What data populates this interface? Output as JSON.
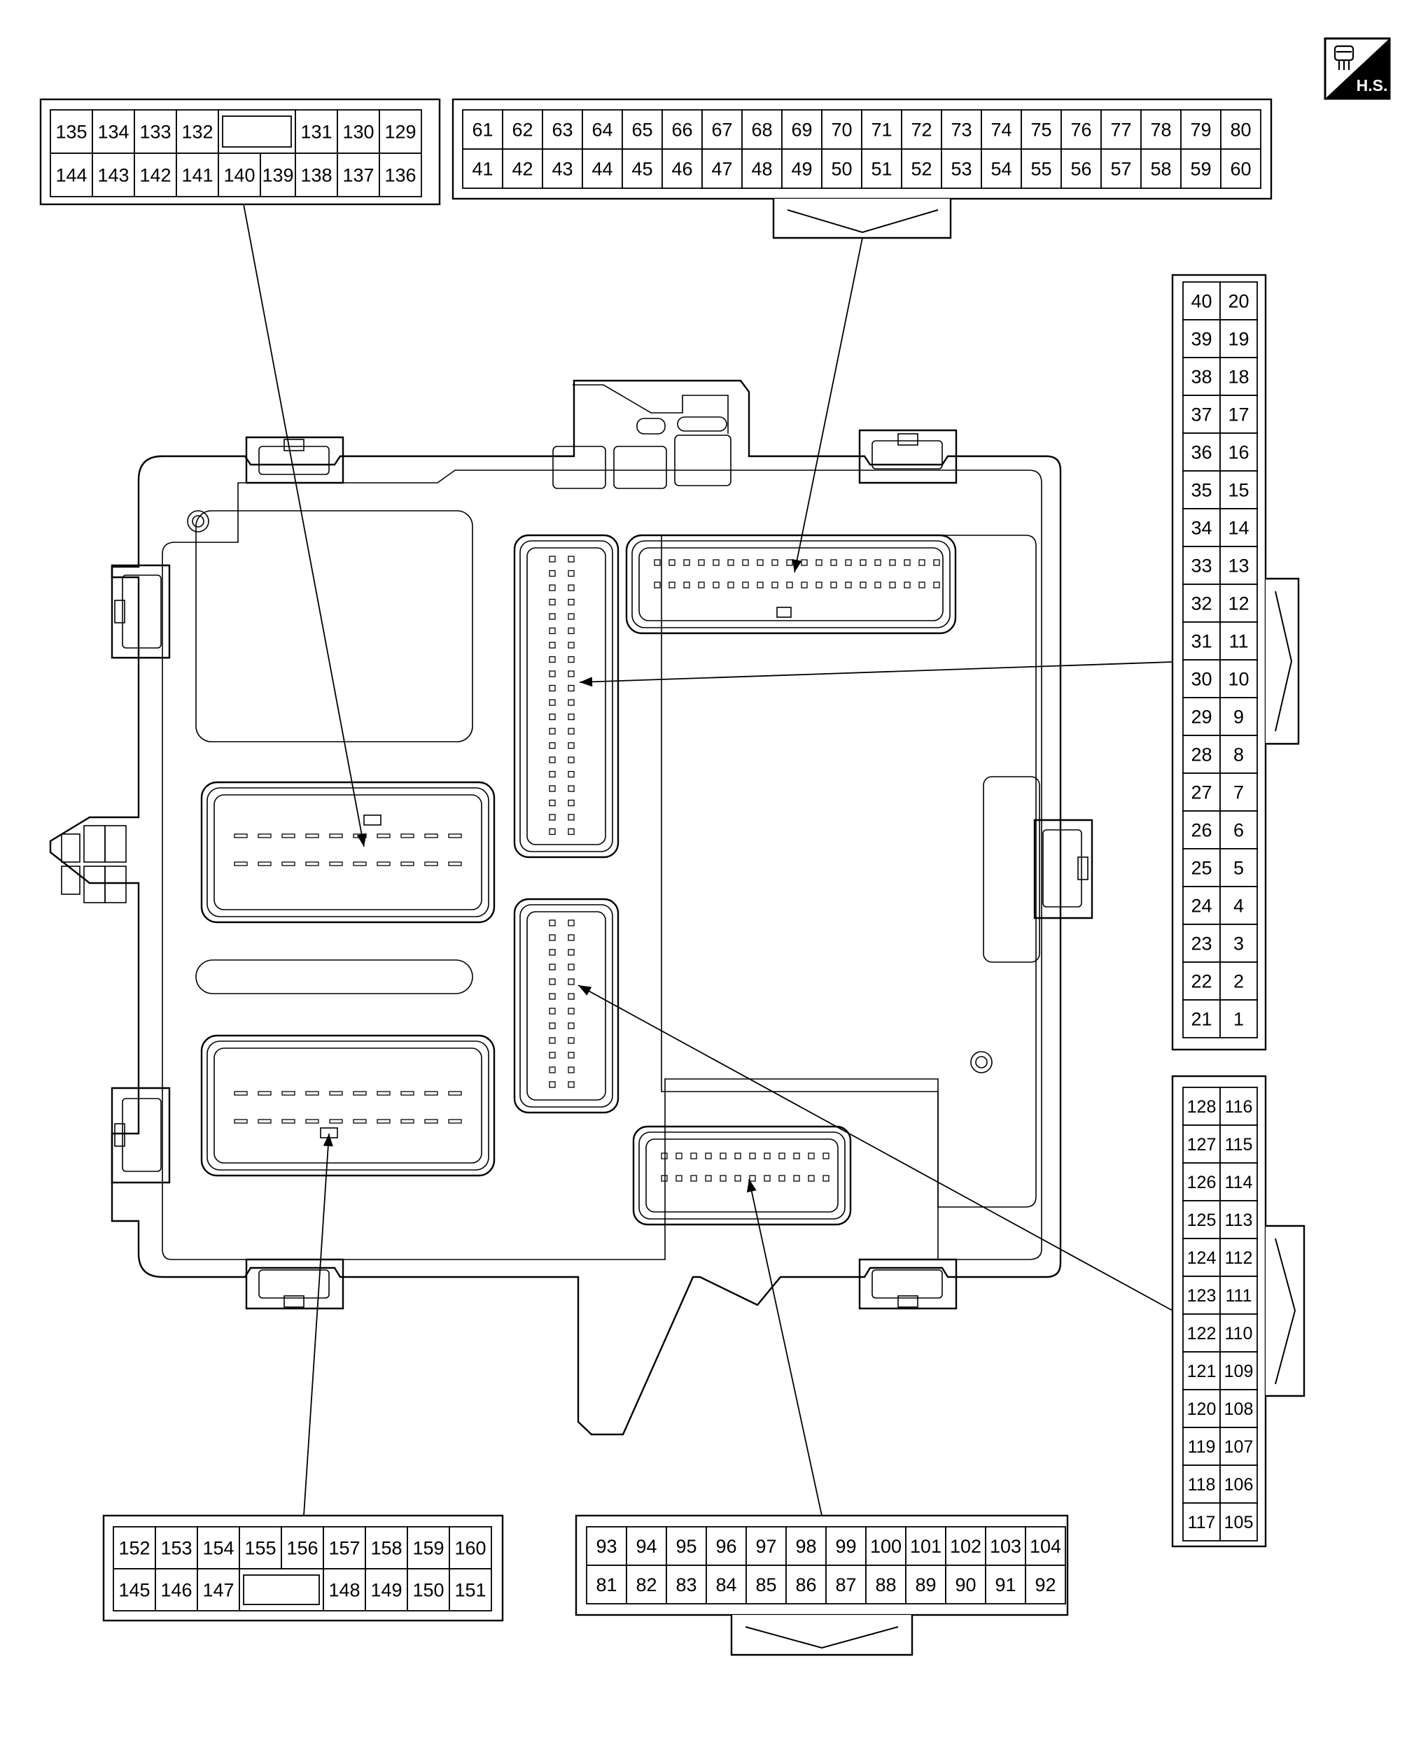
{
  "badge": {
    "label": "H.S."
  },
  "connectors": {
    "top_left": {
      "rows": [
        [
          "135",
          "134",
          "133",
          "132",
          "",
          "131",
          "130",
          "129"
        ],
        [
          "144",
          "143",
          "142",
          "141",
          "140",
          "139",
          "138",
          "137",
          "136"
        ]
      ]
    },
    "top_right": {
      "rows": [
        [
          "61",
          "62",
          "63",
          "64",
          "65",
          "66",
          "67",
          "68",
          "69",
          "70",
          "71",
          "72",
          "73",
          "74",
          "75",
          "76",
          "77",
          "78",
          "79",
          "80"
        ],
        [
          "41",
          "42",
          "43",
          "44",
          "45",
          "46",
          "47",
          "48",
          "49",
          "50",
          "51",
          "52",
          "53",
          "54",
          "55",
          "56",
          "57",
          "58",
          "59",
          "60"
        ]
      ]
    },
    "right_upper": {
      "cols": [
        [
          "40",
          "39",
          "38",
          "37",
          "36",
          "35",
          "34",
          "33",
          "32",
          "31",
          "30",
          "29",
          "28",
          "27",
          "26",
          "25",
          "24",
          "23",
          "22",
          "21"
        ],
        [
          "20",
          "19",
          "18",
          "17",
          "16",
          "15",
          "14",
          "13",
          "12",
          "11",
          "10",
          "9",
          "8",
          "7",
          "6",
          "5",
          "4",
          "3",
          "2",
          "1"
        ]
      ]
    },
    "right_lower": {
      "cols": [
        [
          "128",
          "127",
          "126",
          "125",
          "124",
          "123",
          "122",
          "121",
          "120",
          "119",
          "118",
          "117"
        ],
        [
          "116",
          "115",
          "114",
          "113",
          "112",
          "111",
          "110",
          "109",
          "108",
          "107",
          "106",
          "105"
        ]
      ]
    },
    "bottom_left": {
      "rows": [
        [
          "152",
          "153",
          "154",
          "155",
          "156",
          "157",
          "158",
          "159",
          "160"
        ],
        [
          "145",
          "146",
          "147",
          "",
          "148",
          "149",
          "150",
          "151"
        ]
      ]
    },
    "bottom_mid": {
      "rows": [
        [
          "93",
          "94",
          "95",
          "96",
          "97",
          "98",
          "99",
          "100",
          "101",
          "102",
          "103",
          "104"
        ],
        [
          "81",
          "82",
          "83",
          "84",
          "85",
          "86",
          "87",
          "88",
          "89",
          "90",
          "91",
          "92"
        ]
      ]
    }
  }
}
